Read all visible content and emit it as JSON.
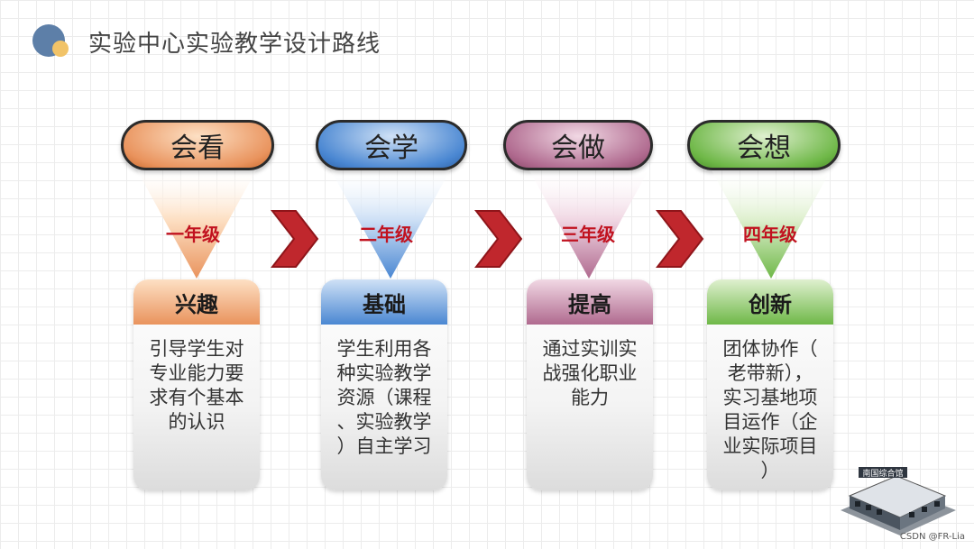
{
  "title": "实验中心实验教学设计路线",
  "stages": [
    {
      "pill_label": "会看",
      "grade": "一年级",
      "card_title": "兴趣",
      "card_text": "引导学生对\n专业能力要\n求有个基本\n的认识",
      "color_light": "#fde0c4",
      "color_main": "#e9935d",
      "color_dark": "#c96a2e"
    },
    {
      "pill_label": "会学",
      "grade": "二年级",
      "card_title": "基础",
      "card_text": "学生利用各\n种实验教学\n资源（课程\n、实验教学\n）自主学习",
      "color_light": "#cfe1f6",
      "color_main": "#4a87d2",
      "color_dark": "#2f63a8"
    },
    {
      "pill_label": "会做",
      "grade": "三年级",
      "card_title": "提高",
      "card_text": "通过实训实\n战强化职业\n能力",
      "color_light": "#f1d8e4",
      "color_main": "#b06a8f",
      "color_dark": "#8a4869"
    },
    {
      "pill_label": "会想",
      "grade": "四年级",
      "card_title": "创新",
      "card_text": "团体协作（\n老带新），\n实习基地项\n目运作（企\n业实际项目\n）",
      "color_light": "#dff0cf",
      "color_main": "#6fb848",
      "color_dark": "#4b8f2a"
    }
  ],
  "colors": {
    "arrow": "#c0272d",
    "grade_text": "#c1121f",
    "title_icon_blue": "#5d7fa8",
    "title_icon_yellow": "#f1c368"
  },
  "building_sign": "南国综合馆",
  "watermark": "CSDN @FR-Lia"
}
